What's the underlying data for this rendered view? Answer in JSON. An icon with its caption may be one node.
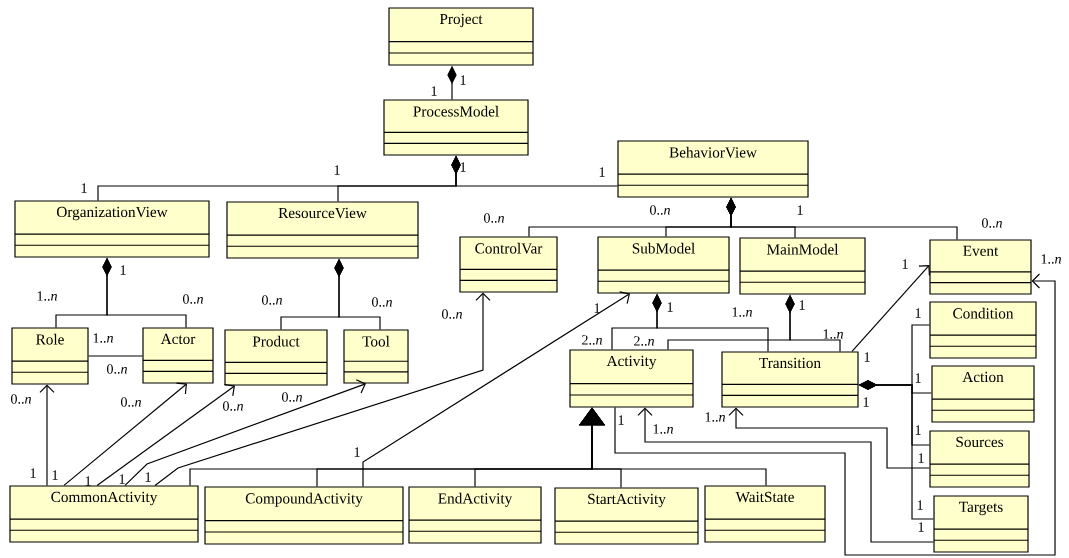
{
  "diagram": {
    "nodes": [
      {
        "text": [
          "Project"
        ]
      },
      {
        "text": [
          "ProcessModel"
        ]
      },
      {
        "text": [
          "BehaviorView"
        ]
      },
      {
        "text": [
          "OrganizationView"
        ]
      },
      {
        "text": [
          "ResourceView"
        ]
      },
      {
        "text": [
          "ControlVar"
        ]
      },
      {
        "text": [
          "SubModel"
        ]
      },
      {
        "text": [
          "MainModel"
        ]
      },
      {
        "text": [
          "Event"
        ]
      },
      {
        "text": [
          "Role"
        ]
      },
      {
        "text": [
          "Actor"
        ]
      },
      {
        "text": [
          "Product"
        ]
      },
      {
        "text": [
          "Tool"
        ]
      },
      {
        "text": [
          "Condition"
        ]
      },
      {
        "text": [
          "Activity"
        ]
      },
      {
        "text": [
          "Transition"
        ]
      },
      {
        "text": [
          "Action"
        ]
      },
      {
        "text": [
          "Sources"
        ]
      },
      {
        "text": [
          "CommonActivity"
        ]
      },
      {
        "text": [
          "CompoundActivity"
        ]
      },
      {
        "text": [
          "EndActivity"
        ]
      },
      {
        "text": [
          "StartActivity"
        ]
      },
      {
        "text": [
          "WaitState"
        ]
      },
      {
        "text": [
          "Targets"
        ]
      }
    ],
    "edges": [
      {
        "from": 0,
        "to": 1,
        "arrow": "other"
      },
      {
        "from": 1,
        "to": 3,
        "arrow": "other"
      },
      {
        "from": 1,
        "to": 4,
        "arrow": "other"
      },
      {
        "from": 1,
        "to": 2,
        "arrow": "other"
      },
      {
        "from": 2,
        "to": 5,
        "arrow": "other"
      },
      {
        "from": 2,
        "to": 6,
        "arrow": "other"
      },
      {
        "from": 2,
        "to": 7,
        "arrow": "other"
      },
      {
        "from": 2,
        "to": 8,
        "arrow": "other"
      },
      {
        "from": 3,
        "to": 9,
        "arrow": "other"
      },
      {
        "from": 3,
        "to": 10,
        "arrow": "other"
      },
      {
        "from": 9,
        "to": 10,
        "arrow": "none"
      },
      {
        "from": 4,
        "to": 11,
        "arrow": "other"
      },
      {
        "from": 4,
        "to": 12,
        "arrow": "other"
      },
      {
        "from": 6,
        "to": 14,
        "arrow": "other"
      },
      {
        "from": 6,
        "to": 15,
        "arrow": "other"
      },
      {
        "from": 7,
        "to": 14,
        "arrow": "other"
      },
      {
        "from": 7,
        "to": 15,
        "arrow": "other"
      },
      {
        "from": 15,
        "to": 13,
        "arrow": "other"
      },
      {
        "from": 15,
        "to": 16,
        "arrow": "other"
      },
      {
        "from": 15,
        "to": 17,
        "arrow": "other"
      },
      {
        "from": 15,
        "to": 23,
        "arrow": "other"
      },
      {
        "from": 15,
        "to": 8,
        "arrow": "to"
      },
      {
        "from": 18,
        "to": 14,
        "arrow": "to"
      },
      {
        "from": 19,
        "to": 14,
        "arrow": "to"
      },
      {
        "from": 20,
        "to": 14,
        "arrow": "to"
      },
      {
        "from": 21,
        "to": 14,
        "arrow": "to"
      },
      {
        "from": 22,
        "to": 14,
        "arrow": "to"
      },
      {
        "from": 18,
        "to": 9,
        "arrow": "to"
      },
      {
        "from": 18,
        "to": 10,
        "arrow": "to"
      },
      {
        "from": 18,
        "to": 11,
        "arrow": "to"
      },
      {
        "from": 18,
        "to": 12,
        "arrow": "to"
      },
      {
        "from": 18,
        "to": 5,
        "arrow": "to"
      },
      {
        "from": 19,
        "to": 6,
        "arrow": "to"
      },
      {
        "from": 14,
        "to": 8,
        "arrow": "to"
      },
      {
        "from": 23,
        "to": 14,
        "arrow": "to"
      },
      {
        "from": 17,
        "to": 15,
        "arrow": "to"
      }
    ],
    "labels": [
      "1",
      "1",
      "1",
      "1",
      "1",
      "1",
      "0..*n*",
      "1",
      "0..*n*",
      "0..*n*",
      "1..*n*",
      "1",
      "1",
      "1..*n*",
      "0..*n*",
      "0..*n*",
      "0..*n*",
      "1",
      "1",
      "1",
      "1..*n*",
      "1",
      "0..*n*",
      "1..*n*",
      "1..*n*",
      "2..*n*",
      "2..*n*",
      "1",
      "0..*n*",
      "1",
      "0..*n*",
      "0..*n*",
      "0..*n*",
      "1",
      "0..*n*",
      "1..*n*",
      "1",
      "1..*n*",
      "1",
      "1",
      "1",
      "1",
      "1",
      "1",
      "1",
      "1",
      "1",
      "1"
    ]
  }
}
